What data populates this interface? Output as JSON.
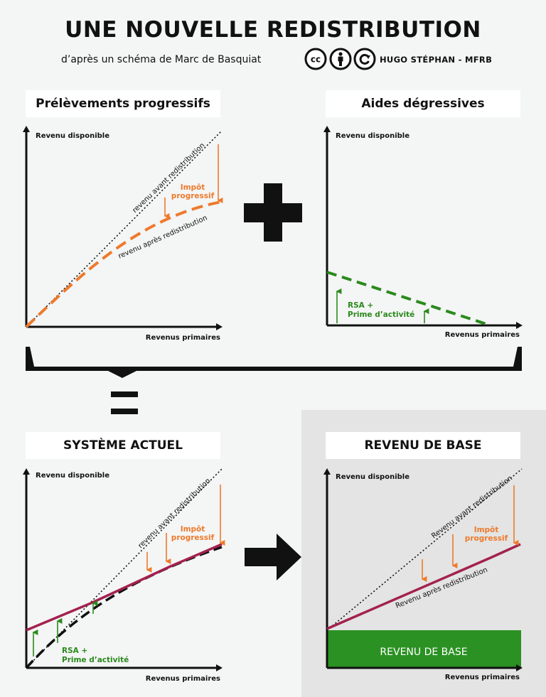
{
  "header": {
    "title": "UNE NOUVELLE REDISTRIBUTION",
    "subtitle": "d’après un schéma de Marc de Basquiat",
    "credit": "HUGO STÉPHAN - MFRB",
    "license_icons": [
      "cc-icon",
      "by-icon",
      "sa-icon"
    ],
    "cc_text": "cc"
  },
  "panels": {
    "top_left": {
      "title": "Prélèvements progressifs",
      "y_axis": "Revenu disponible",
      "x_axis": "Revenus primaires",
      "line_before": "revenu avant redistribution",
      "line_after": "revenu après redistribution",
      "tax_label": [
        "Impôt",
        "progressif"
      ]
    },
    "top_right": {
      "title": "Aides dégressives",
      "y_axis": "Revenu disponible",
      "x_axis": "Revenus primaires",
      "aid_label": [
        "RSA +",
        "Prime d’activité"
      ]
    },
    "bottom_left": {
      "title": "SYSTÈME ACTUEL",
      "y_axis": "Revenu disponible",
      "x_axis": "Revenus primaires",
      "line_before": "revenu avant redistribution",
      "tax_label": [
        "Impôt",
        "progressif"
      ],
      "aid_label": [
        "RSA +",
        "Prime d’activité"
      ]
    },
    "bottom_right": {
      "title": "REVENU DE BASE",
      "y_axis": "Revenu disponible",
      "x_axis": "Revenus primaires",
      "line_before": "Revenu avant redistribution",
      "line_after": "Revenu après redistribution",
      "tax_label": [
        "Impôt",
        "progressif"
      ],
      "base_income": "REVENU DE BASE"
    }
  },
  "operators": [
    "plus-sign",
    "equals-sign",
    "right-arrow"
  ],
  "colors": {
    "orange": "#ee7a2c",
    "green": "#2a8a1c",
    "crimson": "#a3214f",
    "dark": "#111111",
    "highlight_bg": "#e3e4e3",
    "base_income_fill": "#2b9123"
  }
}
